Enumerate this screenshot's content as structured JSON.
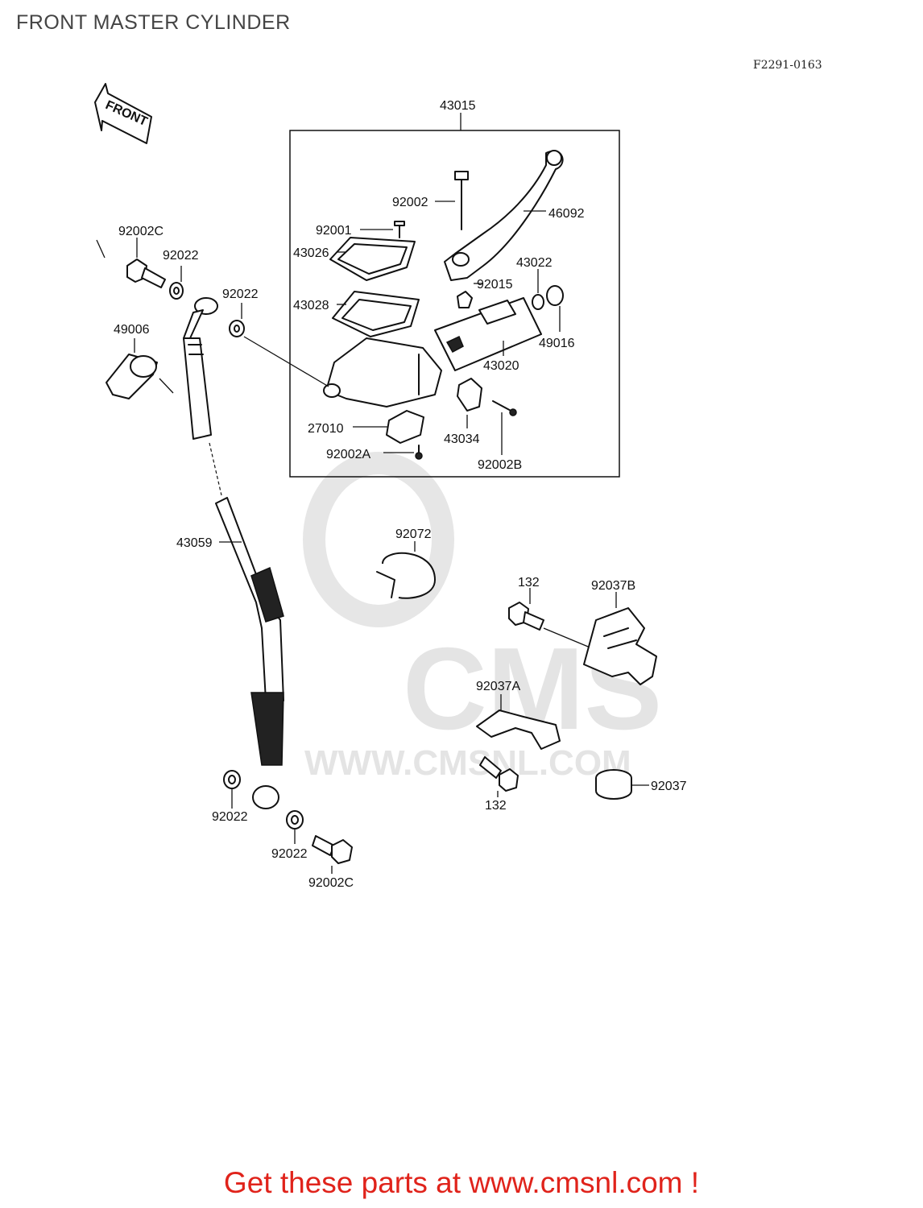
{
  "page": {
    "title": "FRONT MASTER CYLINDER",
    "diagram_code": "F2291-0163",
    "footer": "Get these parts at www.cmsnl.com !"
  },
  "diagram": {
    "front_arrow": "FRONT",
    "watermark": {
      "brand": "CMS",
      "url": "WWW.CMSNL.COM"
    },
    "labels": {
      "assembly": "43015",
      "screw_92002": "92002",
      "lever": "46092",
      "screw_92001": "92001",
      "diaphragm_plate": "43026",
      "diaphragm": "43028",
      "nut_92015": "92015",
      "seal_43022": "43022",
      "boot_49016": "49016",
      "piston_kit": "43020",
      "switch": "27010",
      "screw_92002a": "92002A",
      "clamp": "43034",
      "bolt_92002b": "92002B",
      "banjo_top": "92002C",
      "washer_1": "92022",
      "washer_2": "92022",
      "cap": "49006",
      "hose": "43059",
      "clamp_92072": "92072",
      "bolt_132_top": "132",
      "holder_92037b": "92037B",
      "holder_92037a": "92037A",
      "grommet": "92037",
      "bolt_132_bottom": "132",
      "washer_3": "92022",
      "washer_4": "92022",
      "banjo_bottom": "92002C"
    }
  }
}
